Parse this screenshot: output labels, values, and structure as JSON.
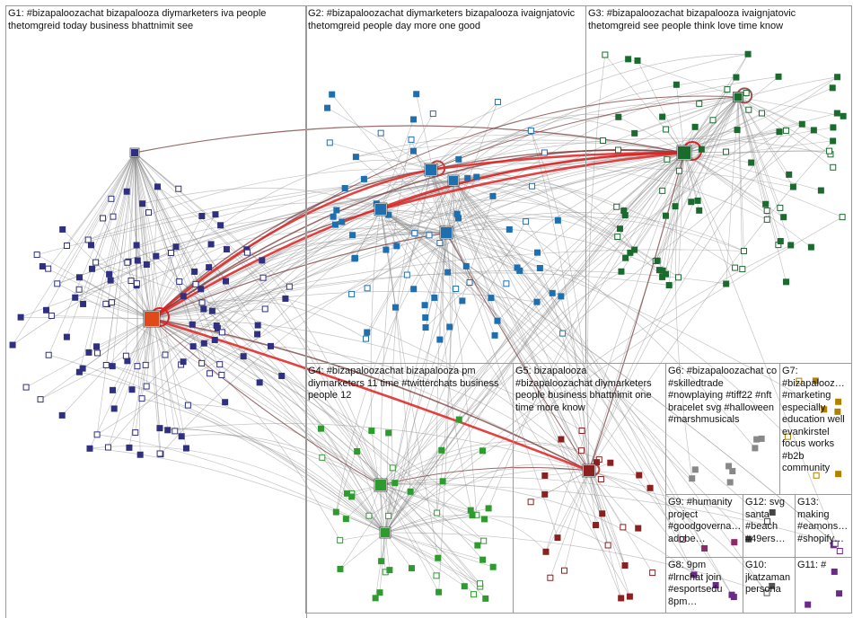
{
  "groups": [
    {
      "id": "G1",
      "label": "G1: #bizapaloozachat bizapalooza diymarketers iva people thetomgreid today business bhattnimit see",
      "fill": "#303080"
    },
    {
      "id": "G2",
      "label": "G2: #bizapaloozachat diymarketers bizapalooza ivaignjatovic thetomgreid people day more one good",
      "fill": "#1e6fb0"
    },
    {
      "id": "G3",
      "label": "G3: #bizapaloozachat bizapalooza ivaignjatovic thetomgreid see people think love time know",
      "fill": "#1a6b2e"
    },
    {
      "id": "G4",
      "label": "G4: #bizapaloozachat bizapalooza pm diymarketers 11 time #twitterchats business people 12",
      "fill": "#2e9b2e"
    },
    {
      "id": "G5",
      "label": "G5: bizapalooza #bizapaloozachat diymarketers people business bhattnimit one time more know",
      "fill": "#8b2020"
    },
    {
      "id": "G6",
      "label": "G6: #bizapaloozachat co #skilledtrade #nowplaying #tiff22 #nft bracelet svg #halloween #marshmusicals",
      "fill": "#888888"
    },
    {
      "id": "G7",
      "label": "G7: #bizapalooz… #marketing especially education well evankirstel focus works #b2b community",
      "fill": "#b08000"
    },
    {
      "id": "G8",
      "label": "G8: 9pm #lrnchat join #esportsedu 8pm…",
      "fill": "#6a2a8a"
    },
    {
      "id": "G9",
      "label": "G9: #humanity project #goodgoverna… adobe…",
      "fill": "#8a2a6a"
    },
    {
      "id": "G10",
      "label": "G10: jkatzaman persona",
      "fill": "#555555"
    },
    {
      "id": "G11",
      "label": "G11: #",
      "fill": "#6a2a8a"
    },
    {
      "id": "G12",
      "label": "G12: svg santa #beach #49ers…",
      "fill": "#444444"
    },
    {
      "id": "G13",
      "label": "G13: making #eamons… #shopify…",
      "fill": "#6a2a8a"
    }
  ],
  "colors": {
    "border": "#9a9a9a",
    "edge": "#8a8a8a",
    "edge_strong": "#7a3a3a",
    "edge_highlight": "#e02020",
    "node_frame": "#ffffff"
  }
}
